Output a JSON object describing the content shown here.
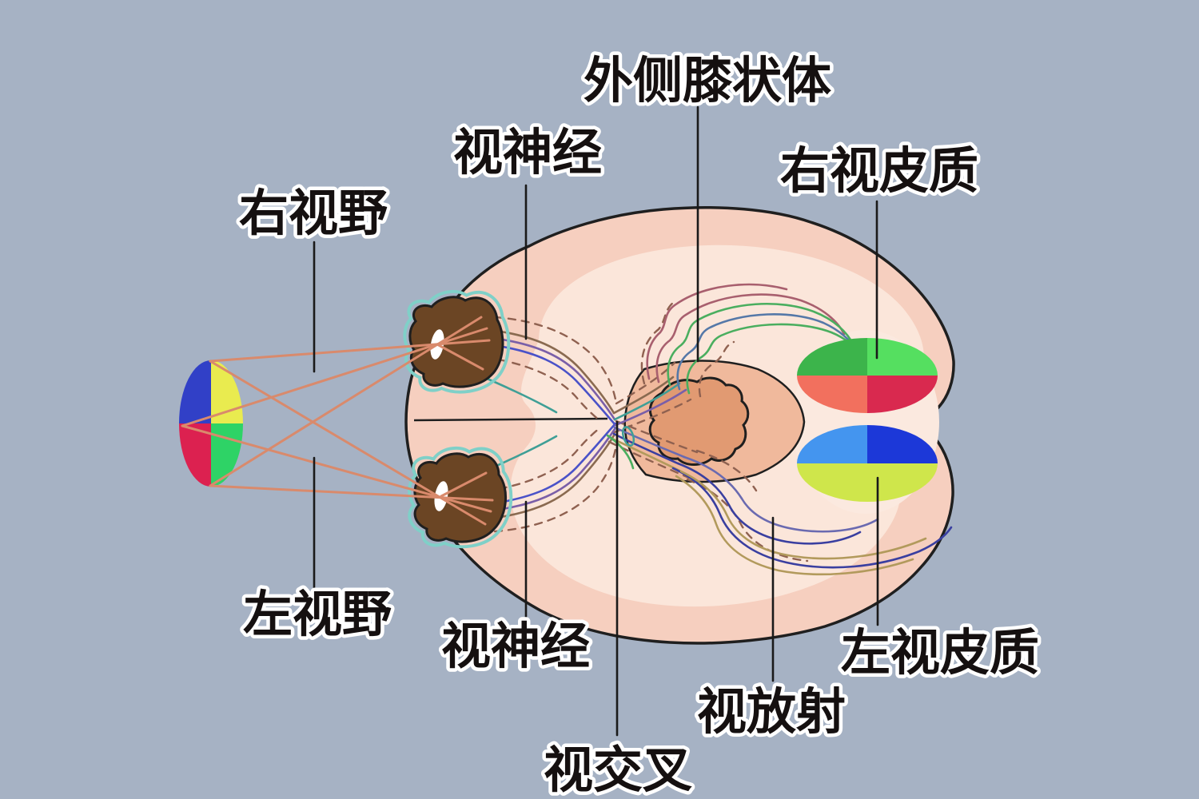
{
  "labels": {
    "right_visual_field": "右视野",
    "left_visual_field": "左视野",
    "optic_nerve_upper": "视神经",
    "optic_nerve_lower": "视神经",
    "lateral_geniculate_body": "外侧膝状体",
    "right_visual_cortex": "右视皮质",
    "left_visual_cortex": "左视皮质",
    "optic_chiasm": "视交叉",
    "optic_radiation": "视放射"
  },
  "colors": {
    "background": "#a6b2c4",
    "label_text": "#151010",
    "leader_line": "#1a1a1a",
    "brain_fill": "#f6cfbf",
    "brain_inner": "#fbe6da",
    "brain_outline": "#1f1f1f",
    "cortex_patch": "#fbe9df",
    "thalamus_wedge": "#f0b99c",
    "midbrain": "#e19a72",
    "eye": "#6b4524",
    "eye_halo": "#7fd0c8",
    "lens": "#ffffff",
    "light_ray": "#d98a6c",
    "field_upper_left": "#3140c7",
    "field_upper_right": "#e9eb4f",
    "field_lower_left": "#dc2150",
    "field_lower_right": "#2ed366",
    "right_cortex_upper_left": "#3cb44b",
    "right_cortex_upper_right": "#55df60",
    "right_cortex_lower_left": "#f2705e",
    "right_cortex_lower_right": "#d9294f",
    "left_cortex_upper_left": "#4495ef",
    "left_cortex_upper_right": "#1c38d8",
    "left_cortex_lower": "#cfe64b",
    "nerve_brown": "#8a6a50",
    "nerve_purple": "#7a5fa8",
    "nerve_blue": "#4a52c8",
    "nerve_teal": "#3f9f96",
    "fiber_green": "#4aae5f",
    "fiber_steel": "#5578a8",
    "fiber_maroon": "#a85f6e",
    "fiber_navy": "#3a3fa0",
    "fiber_slate": "#6a6ab0",
    "fiber_tan": "#b29a5c",
    "nerve_dashed": "#8f6150"
  }
}
